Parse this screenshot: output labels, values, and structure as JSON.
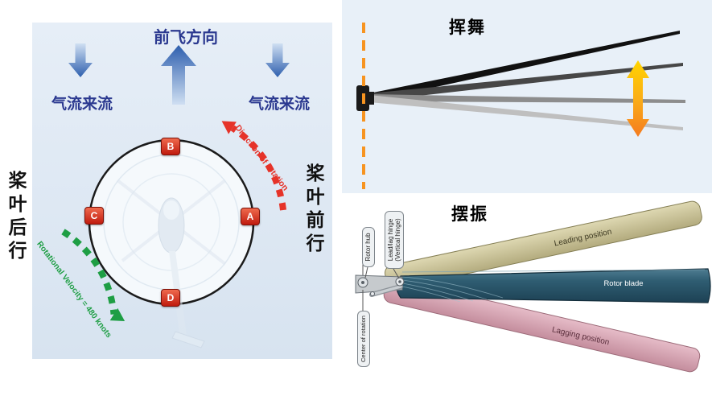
{
  "left_panel": {
    "forward_label": "前飞方向",
    "airflow_left": "气流来流",
    "airflow_right": "气流来流",
    "retreating_label": "桨叶后行",
    "advancing_label": "桨叶前行",
    "rotation_label": "Direction of rotation",
    "velocity_label": "Rotational Velocity = 480 knots",
    "markers": [
      "A",
      "B",
      "C",
      "D"
    ],
    "colors": {
      "arrow_blue": "#2e5fae",
      "rotation_red": "#e63329",
      "velocity_green": "#1e9e44",
      "marker_red": "#c01b0e",
      "label_navy": "#2b3990"
    }
  },
  "flap_panel": {
    "title": "挥舞"
  },
  "lag_panel": {
    "title": "摆振",
    "leading_label": "Leading position",
    "rotor_blade_label": "Rotor blade",
    "lagging_label": "Lagging position",
    "tags": {
      "rotor_hub": "Rotor hub",
      "hinge_line1": "Lead/lag hinge",
      "hinge_line2": "(Vertical hinge)",
      "center": "Center of rotation"
    }
  }
}
